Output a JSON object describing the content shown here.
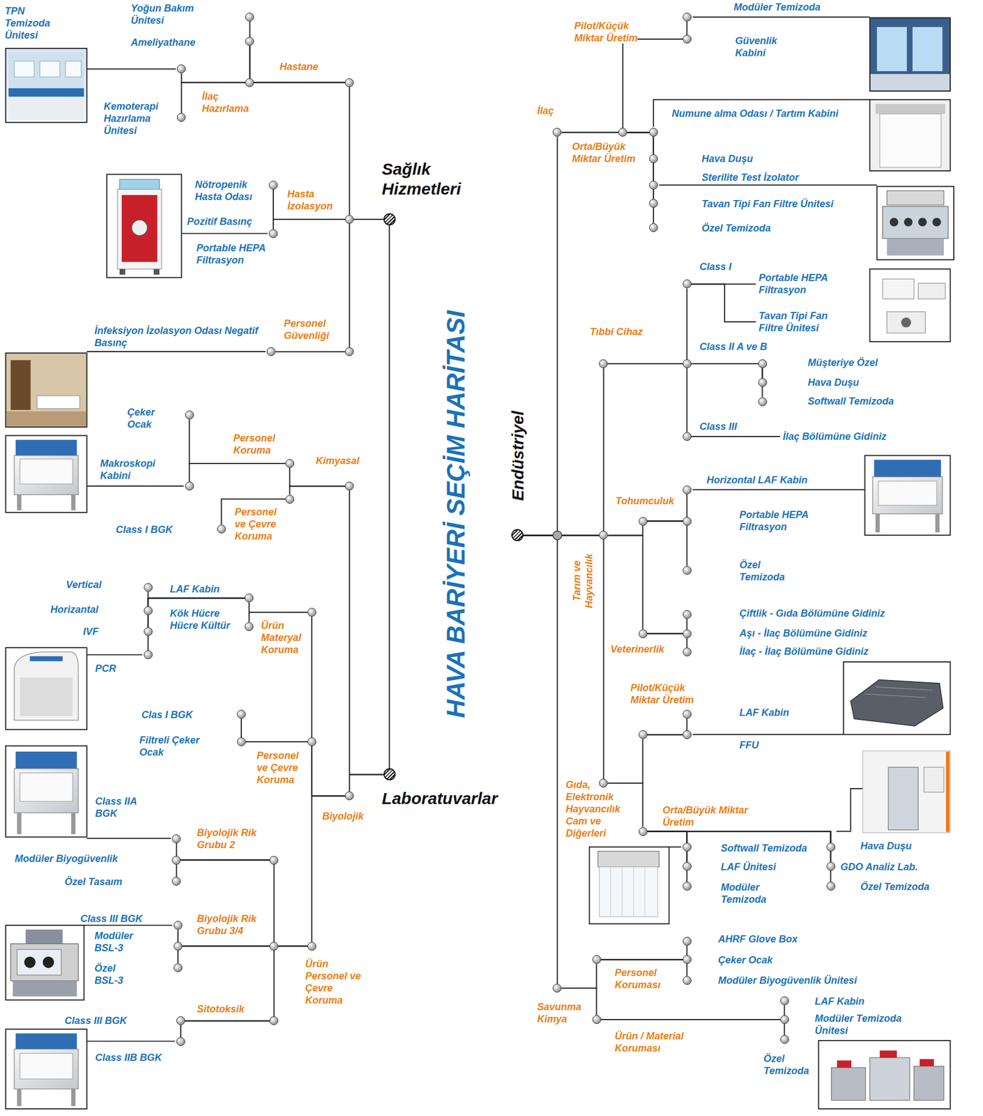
{
  "diagram": {
    "title": "HAVA BARİYERİ SEÇİM HARİTASI",
    "nodes": [
      {
        "text": [
          "Sağlık Hizmetleri"
        ]
      },
      {
        "text": [
          "Hastane"
        ]
      },
      {
        "text": [
          "Yoğun Bakım Ünitesi"
        ]
      },
      {
        "text": [
          "Ameliyathane"
        ]
      },
      {
        "text": [
          "İlaç Hazırlama"
        ]
      },
      {
        "text": [
          "TPN Temizoda Ünitesi"
        ]
      },
      {
        "text": [
          "Kemoterapi Hazırlama Ünitesi"
        ]
      },
      {
        "text": [
          "Hasta İzolasyon"
        ]
      },
      {
        "text": [
          "Nötropenik Hasta Odası"
        ]
      },
      {
        "text": [
          "Pozitif Basınç"
        ]
      },
      {
        "text": [
          "Personel Güvenliği"
        ]
      },
      {
        "text": [
          "İnfeksiyon İzolasyon Odası Negatif Basınç"
        ]
      },
      {
        "text": [
          "Laboratuvarlar"
        ]
      },
      {
        "text": [
          "Kimyasal"
        ]
      },
      {
        "text": [
          "Personel Koruma"
        ]
      },
      {
        "text": [
          "Çeker Ocak"
        ]
      },
      {
        "text": [
          "Makroskopi Kabini"
        ]
      },
      {
        "text": [
          "Personel ve Çevre Koruma"
        ]
      },
      {
        "text": [
          "Class I BGK"
        ]
      },
      {
        "text": [
          "Biyolojik"
        ]
      },
      {
        "text": [
          "Ürün Materyal Koruma"
        ]
      },
      {
        "text": [
          "LAF Kabin"
        ]
      },
      {
        "text": [
          "Kök Hücre Hücre Kültür"
        ]
      },
      {
        "text": [
          "Vertical"
        ]
      },
      {
        "text": [
          "Horizantal"
        ]
      },
      {
        "text": [
          "IVF"
        ]
      },
      {
        "text": [
          "PCR"
        ]
      },
      {
        "text": [
          "Personel ve Çevre Koruma"
        ]
      },
      {
        "text": [
          "Clas I BGK"
        ]
      },
      {
        "text": [
          "Filtreli Çeker Ocak"
        ]
      },
      {
        "text": [
          "Ürün Personel ve Çevre Koruma"
        ]
      },
      {
        "text": [
          "Biyolojik Rik Grubu 2"
        ]
      },
      {
        "text": [
          "Class IIA BGK"
        ]
      },
      {
        "text": [
          "Modüler Biyogüvenlik"
        ]
      },
      {
        "text": [
          "Özel Tasaım"
        ]
      },
      {
        "text": [
          "Biyolojik Rik Grubu 3/4"
        ]
      },
      {
        "text": [
          "Class III BGK"
        ]
      },
      {
        "text": [
          "Modüler BSL-3"
        ]
      },
      {
        "text": [
          "Özel BSL-3"
        ]
      },
      {
        "text": [
          "Sitotoksik"
        ]
      },
      {
        "text": [
          "Class III BGK"
        ]
      },
      {
        "text": [
          "Class IIB BGK"
        ]
      },
      {
        "text": [
          "Endüstriyel"
        ]
      },
      {
        "text": [
          "İlaç"
        ]
      },
      {
        "text": [
          "Pilot/Küçük Miktar Üretim"
        ]
      },
      {
        "text": [
          "Modüler Temizoda"
        ]
      },
      {
        "text": [
          "Güvenlik Kabini"
        ]
      },
      {
        "text": [
          "Orta/Büyük Miktar Üretim"
        ]
      },
      {
        "text": [
          "Numune alma Odası / Tartım Kabini"
        ]
      },
      {
        "text": [
          "Hava Duşu"
        ]
      },
      {
        "text": [
          "Sterilite Test İzolator"
        ]
      },
      {
        "text": [
          "Tavan Tipi Fan Filtre Ünitesi"
        ]
      },
      {
        "text": [
          "Özel Temizoda"
        ]
      },
      {
        "text": [
          "Tıbbi Cihaz"
        ]
      },
      {
        "text": [
          "Class I"
        ]
      },
      {
        "text": [
          "Portable HEPA Filtrasyon"
        ]
      },
      {
        "text": [
          "Tavan Tipi Fan Filtre Ünitesi"
        ]
      },
      {
        "text": [
          "Class II A ve B"
        ]
      },
      {
        "text": [
          "Müşteriye Özel"
        ]
      },
      {
        "text": [
          "Hava Duşu"
        ]
      },
      {
        "text": [
          "Softwall Temizoda"
        ]
      },
      {
        "text": [
          "Class III"
        ]
      },
      {
        "text": [
          "İlaç Bölümüne Gidiniz"
        ]
      },
      {
        "text": [
          "Tarım ve Hayvancılık"
        ]
      },
      {
        "text": [
          "Tohumculuk"
        ]
      },
      {
        "text": [
          "Horizontal LAF Kabin"
        ]
      },
      {
        "text": [
          "Portable HEPA Filtrasyon"
        ]
      },
      {
        "text": [
          "Özel Temizoda"
        ]
      },
      {
        "text": [
          "Veterinerlik"
        ]
      },
      {
        "text": [
          "Çiftlik - Gıda Bölümüne Gidiniz"
        ]
      },
      {
        "text": [
          "Aşı - İlaç Bölümüne Gidiniz"
        ]
      },
      {
        "text": [
          "İlaç - İlaç Bölümüne Gidiniz"
        ]
      },
      {
        "text": [
          "Gıda, Elektronik Hayvancılık Cam ve Diğerleri"
        ]
      },
      {
        "text": [
          "Pilot/Küçük Miktar Üretim"
        ]
      },
      {
        "text": [
          "LAF Kabin"
        ]
      },
      {
        "text": [
          "FFU"
        ]
      },
      {
        "text": [
          "Orta/Büyük Miktar Üretim"
        ]
      },
      {
        "text": [
          "Softwall Temizoda"
        ]
      },
      {
        "text": [
          "LAF Ünitesi"
        ]
      },
      {
        "text": [
          "Modüler Temizoda"
        ]
      },
      {
        "text": [
          "Hava Duşu"
        ]
      },
      {
        "text": [
          "GDO Analiz Lab."
        ]
      },
      {
        "text": [
          "Özel Temizoda"
        ]
      },
      {
        "text": [
          "Savunma Kimya"
        ]
      },
      {
        "text": [
          "Personel Koruması"
        ]
      },
      {
        "text": [
          "AHRF Glove Box"
        ]
      },
      {
        "text": [
          "Çeker Ocak"
        ]
      },
      {
        "text": [
          "Modüler Biyogüvenlik Ünitesi"
        ]
      },
      {
        "text": [
          "Ürün / Material Koruması"
        ]
      },
      {
        "text": [
          "LAF Kabin"
        ]
      },
      {
        "text": [
          "Modüler Temizoda Ünitesi"
        ]
      },
      {
        "text": [
          "Özel Temizoda"
        ]
      }
    ],
    "edges": [
      {
        "from": 0,
        "to": 1,
        "arrow": "none"
      },
      {
        "from": 0,
        "to": 7,
        "arrow": "none"
      },
      {
        "from": 0,
        "to": 10,
        "arrow": "none"
      },
      {
        "from": 0,
        "to": 12,
        "arrow": "none"
      },
      {
        "from": 1,
        "to": 2,
        "arrow": "none"
      },
      {
        "from": 1,
        "to": 3,
        "arrow": "none"
      },
      {
        "from": 1,
        "to": 4,
        "arrow": "none"
      },
      {
        "from": 4,
        "to": 5,
        "arrow": "none"
      },
      {
        "from": 4,
        "to": 6,
        "arrow": "none"
      },
      {
        "from": 7,
        "to": 8,
        "arrow": "none"
      },
      {
        "from": 7,
        "to": 9,
        "arrow": "none"
      },
      {
        "from": 10,
        "to": 11,
        "arrow": "none"
      },
      {
        "from": 12,
        "to": 13,
        "arrow": "none"
      },
      {
        "from": 12,
        "to": 19,
        "arrow": "none"
      },
      {
        "from": 13,
        "to": 14,
        "arrow": "none"
      },
      {
        "from": 13,
        "to": 17,
        "arrow": "none"
      },
      {
        "from": 14,
        "to": 15,
        "arrow": "none"
      },
      {
        "from": 14,
        "to": 16,
        "arrow": "none"
      },
      {
        "from": 17,
        "to": 18,
        "arrow": "none"
      },
      {
        "from": 19,
        "to": 20,
        "arrow": "none"
      },
      {
        "from": 19,
        "to": 27,
        "arrow": "none"
      },
      {
        "from": 19,
        "to": 30,
        "arrow": "none"
      },
      {
        "from": 20,
        "to": 21,
        "arrow": "none"
      },
      {
        "from": 20,
        "to": 22,
        "arrow": "none"
      },
      {
        "from": 21,
        "to": 23,
        "arrow": "none"
      },
      {
        "from": 21,
        "to": 24,
        "arrow": "none"
      },
      {
        "from": 21,
        "to": 25,
        "arrow": "none"
      },
      {
        "from": 21,
        "to": 26,
        "arrow": "none"
      },
      {
        "from": 27,
        "to": 28,
        "arrow": "none"
      },
      {
        "from": 27,
        "to": 29,
        "arrow": "none"
      },
      {
        "from": 30,
        "to": 31,
        "arrow": "none"
      },
      {
        "from": 30,
        "to": 35,
        "arrow": "none"
      },
      {
        "from": 30,
        "to": 39,
        "arrow": "none"
      },
      {
        "from": 31,
        "to": 32,
        "arrow": "none"
      },
      {
        "from": 31,
        "to": 33,
        "arrow": "none"
      },
      {
        "from": 31,
        "to": 34,
        "arrow": "none"
      },
      {
        "from": 35,
        "to": 36,
        "arrow": "none"
      },
      {
        "from": 35,
        "to": 37,
        "arrow": "none"
      },
      {
        "from": 35,
        "to": 38,
        "arrow": "none"
      },
      {
        "from": 39,
        "to": 40,
        "arrow": "none"
      },
      {
        "from": 39,
        "to": 41,
        "arrow": "none"
      },
      {
        "from": 42,
        "to": 43,
        "arrow": "none"
      },
      {
        "from": 42,
        "to": 53,
        "arrow": "none"
      },
      {
        "from": 42,
        "to": 63,
        "arrow": "none"
      },
      {
        "from": 42,
        "to": 72,
        "arrow": "none"
      },
      {
        "from": 42,
        "to": 83,
        "arrow": "none"
      },
      {
        "from": 43,
        "to": 44,
        "arrow": "none"
      },
      {
        "from": 43,
        "to": 47,
        "arrow": "none"
      },
      {
        "from": 44,
        "to": 45,
        "arrow": "none"
      },
      {
        "from": 44,
        "to": 46,
        "arrow": "none"
      },
      {
        "from": 47,
        "to": 48,
        "arrow": "none"
      },
      {
        "from": 47,
        "to": 49,
        "arrow": "none"
      },
      {
        "from": 47,
        "to": 50,
        "arrow": "none"
      },
      {
        "from": 47,
        "to": 51,
        "arrow": "none"
      },
      {
        "from": 47,
        "to": 52,
        "arrow": "none"
      },
      {
        "from": 53,
        "to": 54,
        "arrow": "none"
      },
      {
        "from": 53,
        "to": 57,
        "arrow": "none"
      },
      {
        "from": 53,
        "to": 61,
        "arrow": "none"
      },
      {
        "from": 54,
        "to": 55,
        "arrow": "none"
      },
      {
        "from": 54,
        "to": 56,
        "arrow": "none"
      },
      {
        "from": 57,
        "to": 58,
        "arrow": "none"
      },
      {
        "from": 57,
        "to": 59,
        "arrow": "none"
      },
      {
        "from": 57,
        "to": 60,
        "arrow": "none"
      },
      {
        "from": 61,
        "to": 62,
        "arrow": "none"
      },
      {
        "from": 63,
        "to": 64,
        "arrow": "none"
      },
      {
        "from": 63,
        "to": 68,
        "arrow": "none"
      },
      {
        "from": 64,
        "to": 65,
        "arrow": "none"
      },
      {
        "from": 64,
        "to": 66,
        "arrow": "none"
      },
      {
        "from": 64,
        "to": 67,
        "arrow": "none"
      },
      {
        "from": 68,
        "to": 69,
        "arrow": "none"
      },
      {
        "from": 68,
        "to": 70,
        "arrow": "none"
      },
      {
        "from": 68,
        "to": 71,
        "arrow": "none"
      },
      {
        "from": 72,
        "to": 73,
        "arrow": "none"
      },
      {
        "from": 72,
        "to": 76,
        "arrow": "none"
      },
      {
        "from": 73,
        "to": 74,
        "arrow": "none"
      },
      {
        "from": 73,
        "to": 75,
        "arrow": "none"
      },
      {
        "from": 76,
        "to": 77,
        "arrow": "none"
      },
      {
        "from": 76,
        "to": 78,
        "arrow": "none"
      },
      {
        "from": 76,
        "to": 79,
        "arrow": "none"
      },
      {
        "from": 76,
        "to": 80,
        "arrow": "none"
      },
      {
        "from": 76,
        "to": 81,
        "arrow": "none"
      },
      {
        "from": 76,
        "to": 82,
        "arrow": "none"
      },
      {
        "from": 83,
        "to": 84,
        "arrow": "none"
      },
      {
        "from": 83,
        "to": 88,
        "arrow": "none"
      },
      {
        "from": 84,
        "to": 85,
        "arrow": "none"
      },
      {
        "from": 84,
        "to": 86,
        "arrow": "none"
      },
      {
        "from": 84,
        "to": 87,
        "arrow": "none"
      },
      {
        "from": 88,
        "to": 89,
        "arrow": "none"
      },
      {
        "from": 88,
        "to": 90,
        "arrow": "none"
      },
      {
        "from": 88,
        "to": 91,
        "arrow": "none"
      }
    ],
    "labels": [
      "Portable HEPA Filtrasyon"
    ]
  }
}
